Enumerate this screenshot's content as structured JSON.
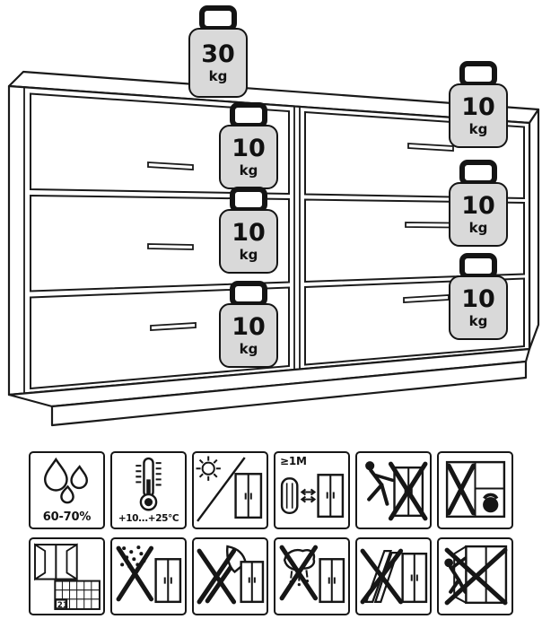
{
  "title": "furniture-care-and-load-instructions",
  "colors": {
    "line": "#1a1a1a",
    "weight_fill": "#d9d9d9",
    "background": "#ffffff"
  },
  "weights": {
    "top": {
      "value": "30",
      "unit": "kg"
    },
    "drawers": [
      {
        "value": "10",
        "unit": "kg"
      },
      {
        "value": "10",
        "unit": "kg"
      },
      {
        "value": "10",
        "unit": "kg"
      },
      {
        "value": "10",
        "unit": "kg"
      },
      {
        "value": "10",
        "unit": "kg"
      },
      {
        "value": "10",
        "unit": "kg"
      }
    ]
  },
  "care_icons": [
    {
      "name": "humidity-range",
      "label": "60-70%"
    },
    {
      "name": "temperature-range",
      "label": "+10...+25°C"
    },
    {
      "name": "no-direct-sunlight",
      "label": ""
    },
    {
      "name": "min-distance-from-heat",
      "label": "≥1M"
    },
    {
      "name": "no-pushing-furniture",
      "label": ""
    },
    {
      "name": "no-heavy-objects-inside",
      "label": ""
    },
    {
      "name": "ventilation-calendar",
      "label": "21"
    },
    {
      "name": "no-abrasive-cleaners",
      "label": ""
    },
    {
      "name": "no-sharp-tools",
      "label": ""
    },
    {
      "name": "no-wet-cleaning",
      "label": ""
    },
    {
      "name": "no-leaning-objects",
      "label": ""
    },
    {
      "name": "no-climbing",
      "label": ""
    }
  ]
}
